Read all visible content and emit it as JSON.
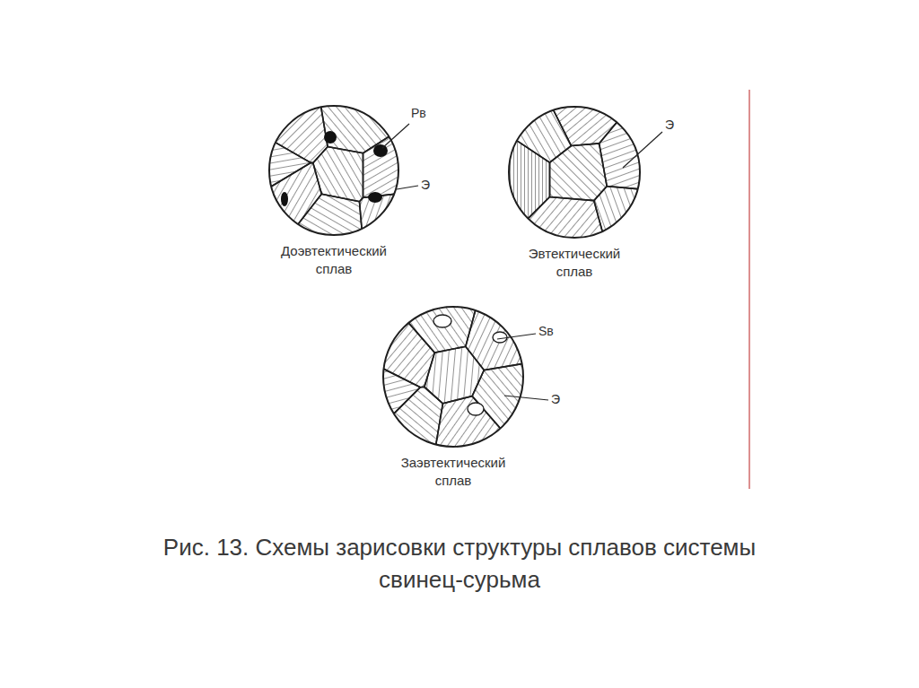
{
  "diagram": {
    "caption": "Рис. 13. Схемы зарисовки структуры сплавов системы свинец-сурьма",
    "nodes": [
      {
        "text": [
          "Доэвтектический сплав"
        ]
      },
      {
        "text": [
          "Эвтектический сплав"
        ]
      },
      {
        "text": [
          "Заэвтектический сплав"
        ]
      }
    ],
    "labels": [
      "Рв",
      "Э",
      "Э",
      "Sв",
      "Э"
    ]
  }
}
